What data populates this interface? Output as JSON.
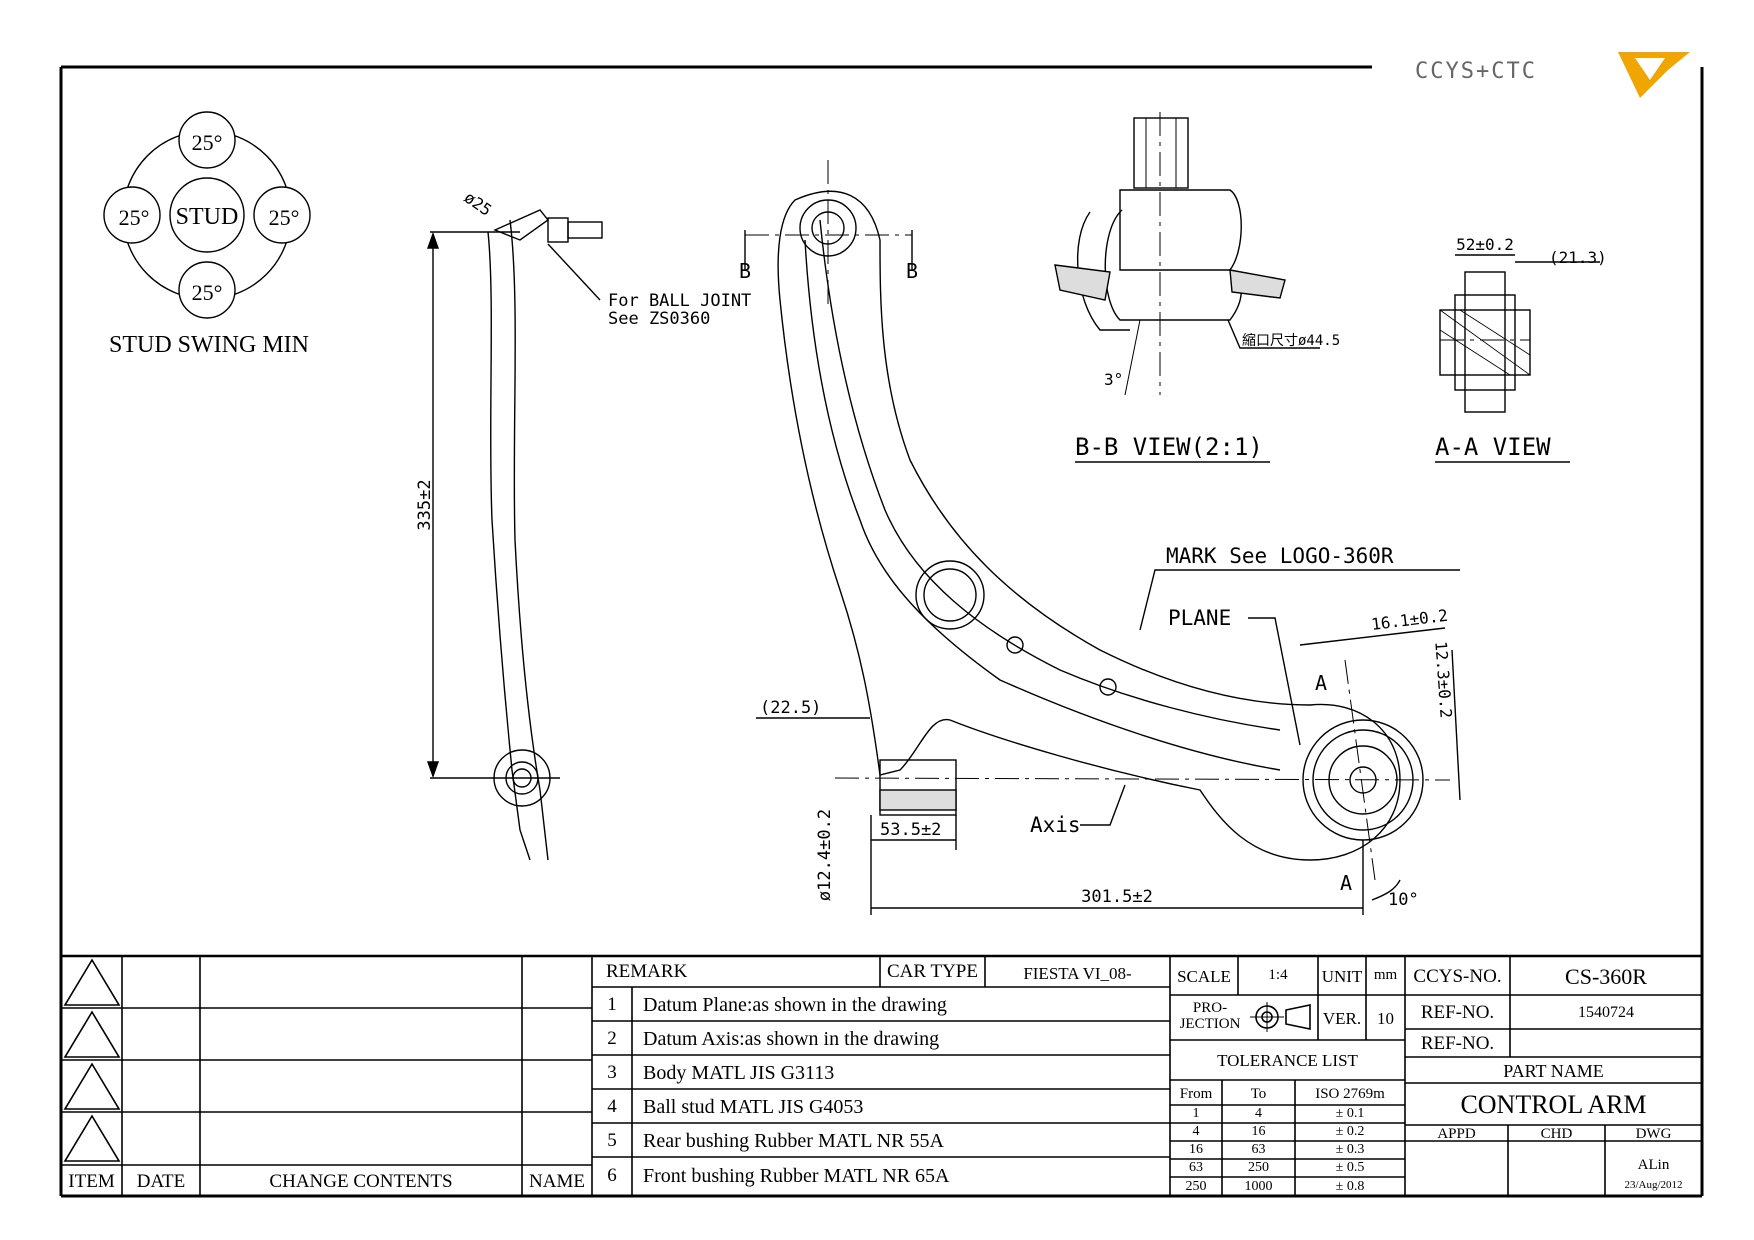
{
  "logo": {
    "text": "CCYS+CTC"
  },
  "stud_swing": {
    "title": "STUD SWING MIN",
    "center_label": "STUD",
    "angles": [
      "25°",
      "25°",
      "25°",
      "25°"
    ]
  },
  "side_view": {
    "diameter": "ø25",
    "ball_joint_note": [
      "For BALL JOINT",
      "See ZS0360"
    ],
    "height_dim": "335±2"
  },
  "main_view": {
    "section_marks": [
      "B",
      "B",
      "A",
      "A"
    ],
    "mark_note": "MARK See LOGO-360R",
    "plane_label": "PLANE",
    "axis_label": "Axis",
    "dims": {
      "d22_5": "(22.5)",
      "d53_5": "53.5±2",
      "d12_4": "ø12.4±0.2",
      "d301_5": "301.5±2",
      "d16_1": "16.1±0.2",
      "d12_3": "12.3±0.2",
      "angle10": "10°"
    }
  },
  "bb_view": {
    "title": "B-B VIEW(2:1)",
    "angle": "3°",
    "note": "縮口尺寸ø44.5"
  },
  "aa_view": {
    "title": "A-A VIEW",
    "d52": "52±0.2",
    "d21_3": "(21.3)"
  },
  "revision_block": {
    "headers": [
      "ITEM",
      "DATE",
      "CHANGE CONTENTS",
      "NAME"
    ]
  },
  "remark_block": {
    "remark_label": "REMARK",
    "car_type_label": "CAR TYPE",
    "car_type": "FIESTA VI_08-",
    "items": [
      {
        "no": "1",
        "text": "Datum Plane:as shown in the drawing"
      },
      {
        "no": "2",
        "text": "Datum Axis:as shown in the drawing"
      },
      {
        "no": "3",
        "text": "Body MATL JIS G3113"
      },
      {
        "no": "4",
        "text": "Ball stud MATL JIS G4053"
      },
      {
        "no": "5",
        "text": "Rear bushing Rubber MATL NR 55A"
      },
      {
        "no": "6",
        "text": "Front bushing Rubber MATL NR 65A"
      }
    ]
  },
  "scale_block": {
    "scale_label": "SCALE",
    "scale": "1:4",
    "unit_label": "UNIT",
    "unit": "mm",
    "projection_label": [
      "PRO-",
      "JECTION"
    ],
    "ver_label": "VER.",
    "ver": "10",
    "tolerance_title": "TOLERANCE LIST",
    "tol_headers": [
      "From",
      "To",
      "ISO 2769m"
    ],
    "tol_rows": [
      [
        "1",
        "4",
        "± 0.1"
      ],
      [
        "4",
        "16",
        "± 0.2"
      ],
      [
        "16",
        "63",
        "± 0.3"
      ],
      [
        "63",
        "250",
        "± 0.5"
      ],
      [
        "250",
        "1000",
        "± 0.8"
      ]
    ]
  },
  "part_block": {
    "ccys_label": "CCYS-NO.",
    "ccys_no": "CS-360R",
    "ref_label": "REF-NO.",
    "ref_no": "1540724",
    "ref_label2": "REF-NO.",
    "ref_no2": "",
    "part_name_label": "PART NAME",
    "part_name": "CONTROL ARM",
    "appd": "APPD",
    "chd": "CHD",
    "dwg": "DWG",
    "drawn_by": "ALin",
    "date": "23/Aug/2012"
  }
}
